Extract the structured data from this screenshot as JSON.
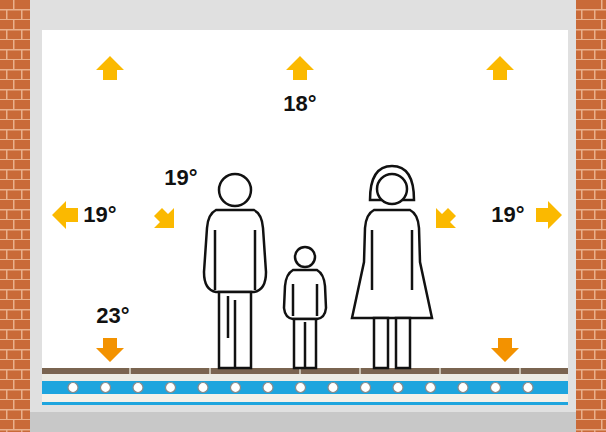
{
  "diagram": {
    "labels": [
      "18°",
      "19°",
      "19°",
      "19°",
      "23°"
    ]
  }
}
